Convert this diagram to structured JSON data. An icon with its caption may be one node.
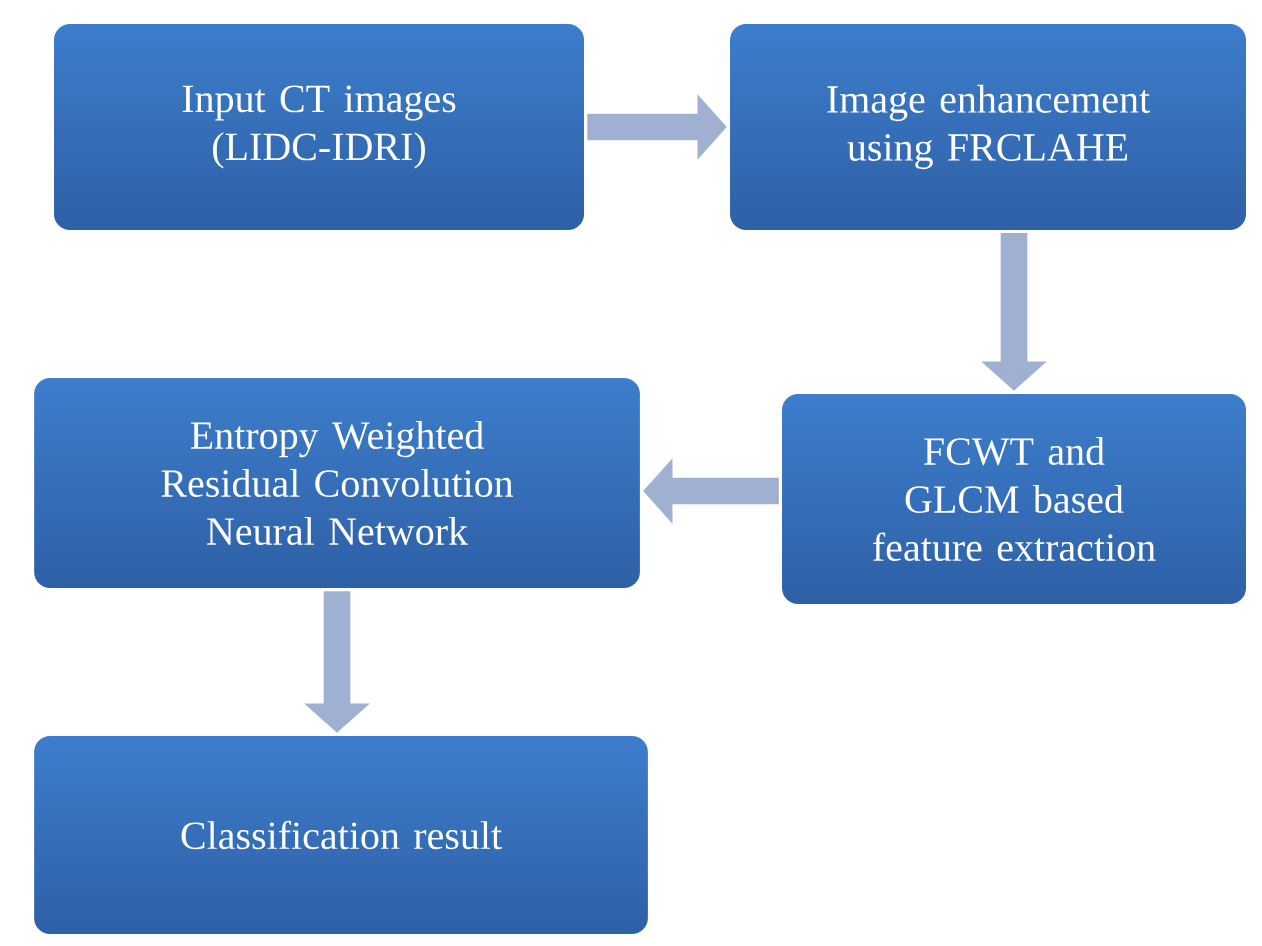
{
  "diagram": {
    "nodes": [
      {
        "text": [
          "Input CT images (LIDC-IDRI)"
        ]
      },
      {
        "text": [
          "Image enhancement using FRCLAHE"
        ]
      },
      {
        "text": [
          "FCWT and GLCM based feature extraction"
        ]
      },
      {
        "text": [
          "Entropy Weighted Residual Convolution Neural Network"
        ]
      },
      {
        "text": [
          "Classification result"
        ]
      }
    ],
    "edges": [
      {
        "from": 0,
        "to": 1,
        "arrow": "to"
      },
      {
        "from": 1,
        "to": 2,
        "arrow": "to"
      },
      {
        "from": 2,
        "to": 3,
        "arrow": "to"
      },
      {
        "from": 3,
        "to": 4,
        "arrow": "to"
      }
    ]
  }
}
